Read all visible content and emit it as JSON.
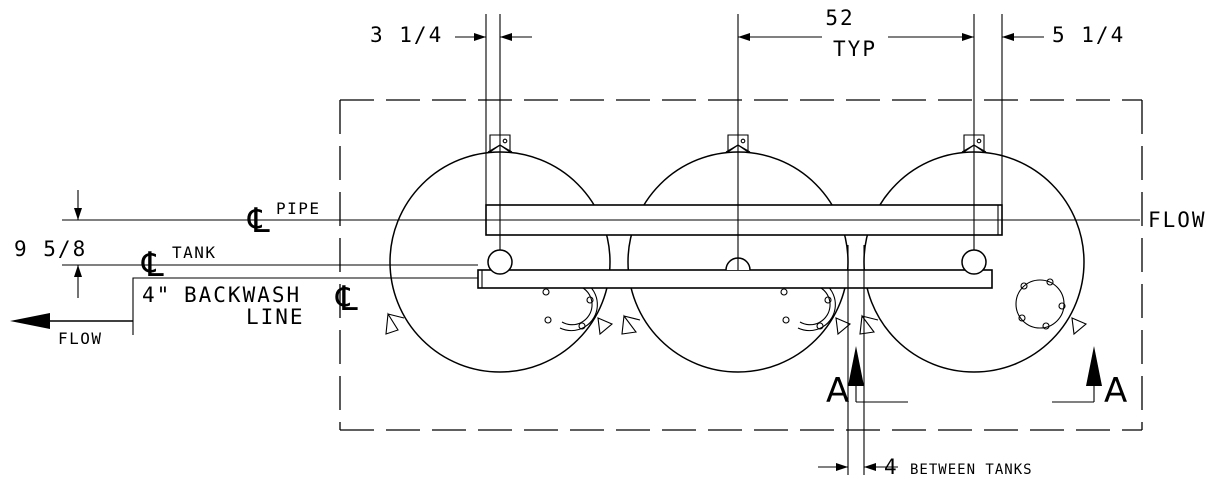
{
  "dimensions": {
    "left_offset": "3 1/4",
    "center_spacing": "52",
    "center_spacing_note": "TYP",
    "right_offset": "5 1/4",
    "vertical_offset": "9 5/8",
    "between_tanks_value": "4",
    "between_tanks_note": "BETWEEN TANKS"
  },
  "labels": {
    "pipe_centerline": "PIPE",
    "tank_centerline": "TANK",
    "backwash_size": "4\"",
    "backwash_word1": "BACKWASH",
    "backwash_word2": "LINE",
    "flow_in": "FLOW",
    "flow_out": "FLOW",
    "section_mark_left": "A",
    "section_mark_right": "A"
  },
  "centerline_symbol": "℄"
}
